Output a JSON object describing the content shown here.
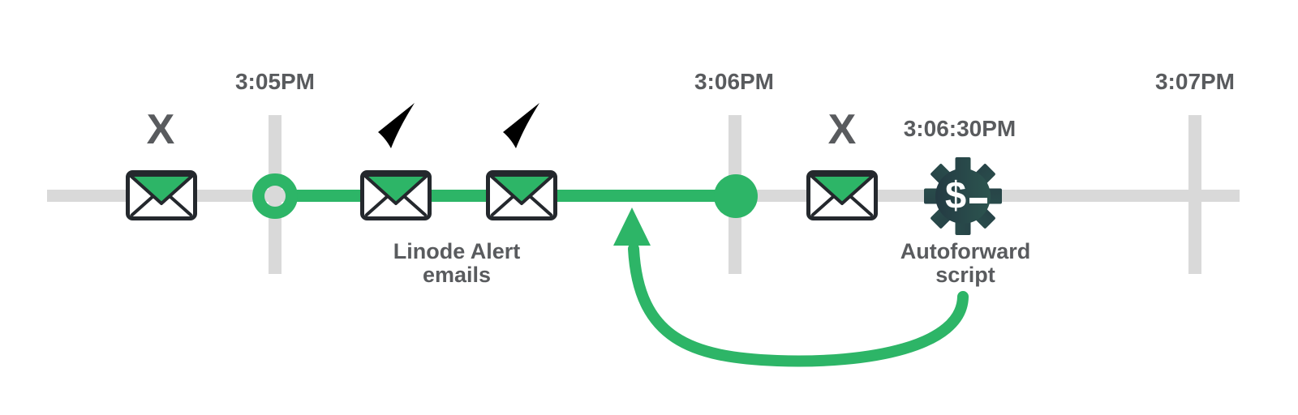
{
  "diagram": {
    "description": "Email timeline diagram with Linode alert emails and autoforward script"
  },
  "colors": {
    "green": "#2db567",
    "track_gray": "#d9d9d9",
    "label_gray": "#595b5e",
    "envelope_outline": "#24282d",
    "gear_gradient_start": "#223440",
    "gear_gradient_end": "#2e5b52"
  },
  "timeline": {
    "ticks": [
      {
        "label": "3:05PM"
      },
      {
        "label": "3:06PM"
      },
      {
        "label": "3:07PM"
      }
    ],
    "script_time": "3:06:30PM"
  },
  "captions": {
    "alerts_line1": "Linode Alert",
    "alerts_line2": "emails",
    "script_line1": "Autoforward",
    "script_line2": "script"
  },
  "icons": {
    "fail": {
      "name": "x-icon",
      "glyph": "X"
    },
    "success": {
      "name": "check-icon"
    },
    "email": {
      "name": "envelope-icon"
    },
    "script": {
      "name": "gear-dollar-icon",
      "glyph": "$"
    },
    "loop": {
      "name": "loop-arrow-icon"
    }
  }
}
